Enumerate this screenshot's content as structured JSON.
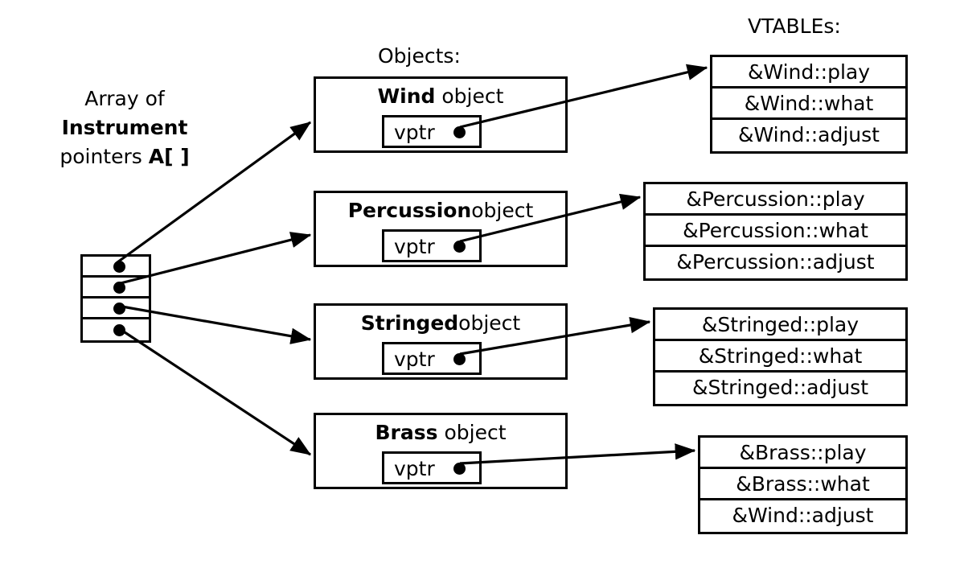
{
  "captions": {
    "objects": "Objects:",
    "vtables": "VTABLEs:"
  },
  "left_label": {
    "line1": "Array of",
    "line2": "Instrument",
    "line3_prefix": "pointers ",
    "line3_bold": "A[ ]"
  },
  "array": {
    "name": "instrument-pointer-array",
    "cells": [
      {
        "index": 0,
        "dot": "pointer-dot"
      },
      {
        "index": 1,
        "dot": "pointer-dot"
      },
      {
        "index": 2,
        "dot": "pointer-dot"
      },
      {
        "index": 3,
        "dot": "pointer-dot"
      }
    ]
  },
  "objects": [
    {
      "class_name": "Wind",
      "object_word": "object",
      "vptr_label": "vptr"
    },
    {
      "class_name": "Percussion",
      "object_word": "object",
      "vptr_label": "vptr"
    },
    {
      "class_name": "Stringed",
      "object_word": "object",
      "vptr_label": "vptr"
    },
    {
      "class_name": "Brass",
      "object_word": "object",
      "vptr_label": "vptr"
    }
  ],
  "vtables": [
    {
      "owner": "Wind",
      "entries": [
        "&Wind::play",
        "&Wind::what",
        "&Wind::adjust"
      ]
    },
    {
      "owner": "Percussion",
      "entries": [
        "&Percussion::play",
        "&Percussion::what",
        "&Percussion::adjust"
      ]
    },
    {
      "owner": "Stringed",
      "entries": [
        "&Stringed::play",
        "&Stringed::what",
        "&Stringed::adjust"
      ]
    },
    {
      "owner": "Brass",
      "entries": [
        "&Brass::play",
        "&Brass::what",
        "&Wind::adjust"
      ]
    }
  ],
  "colors": {
    "stroke": "#000000",
    "background": "#ffffff"
  }
}
